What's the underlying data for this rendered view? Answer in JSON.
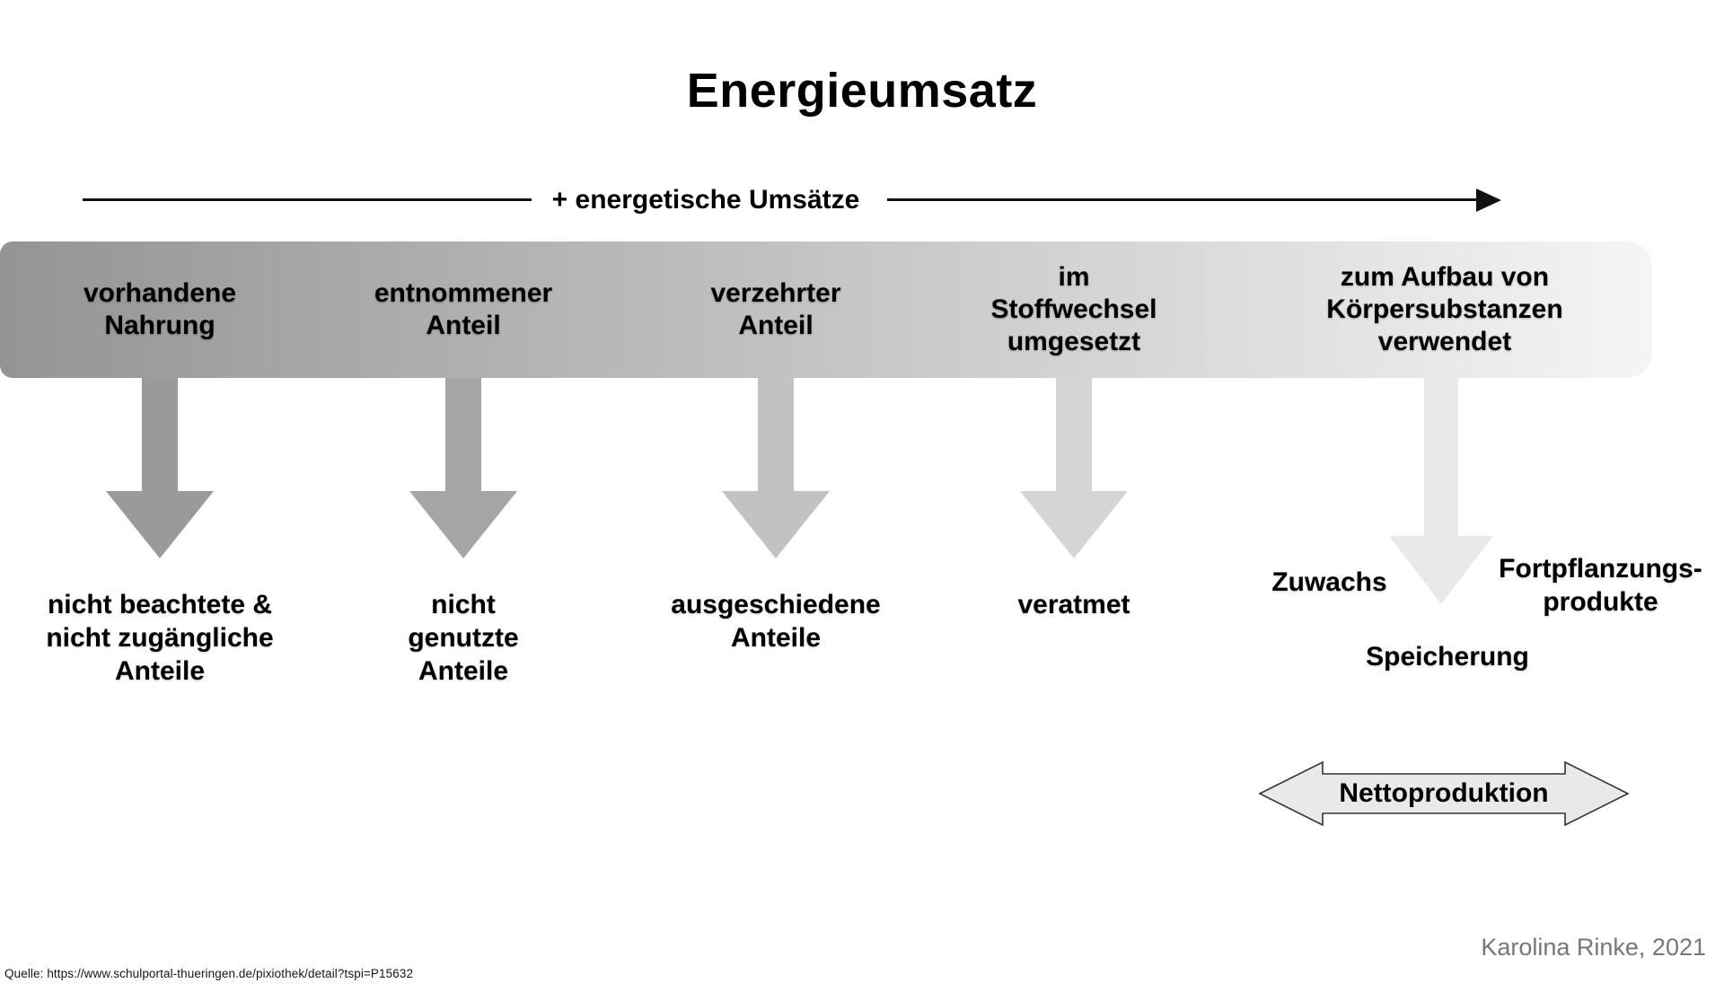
{
  "title": "Energieumsatz",
  "timeline": {
    "label": "+ energetische Umsätze"
  },
  "bar": {
    "color_left": "#949494",
    "color_right": "#f5f5f5"
  },
  "stages": [
    {
      "bar_label": "vorhandene\nNahrung",
      "arrow_color": "#9a9a9a",
      "output": "nicht beachtete &\nnicht zugängliche\nAnteile"
    },
    {
      "bar_label": "entnommener\nAnteil",
      "arrow_color": "#a5a5a5",
      "output": "nicht\ngenutzte\nAnteile"
    },
    {
      "bar_label": "verzehrter\nAnteil",
      "arrow_color": "#c2c2c2",
      "output": "ausgeschiedene\nAnteile"
    },
    {
      "bar_label": "im\nStoffwechsel\numgesetzt",
      "arrow_color": "#d5d5d5",
      "output": "veratmet"
    },
    {
      "bar_label": "zum Aufbau von\nKörpersubstanzen\nverwendet",
      "arrow_color": "#e9e9e9",
      "outputs": {
        "left": "Zuwachs",
        "right": "Fortpflanzungs-\nprodukte",
        "bottom": "Speicherung"
      }
    }
  ],
  "netto": {
    "label": "Nettoproduktion",
    "fill": "#e9e9e9",
    "stroke": "#333333"
  },
  "credit": {
    "author": "Karolina Rinke, 2021",
    "color": "#777777"
  },
  "source": "Quelle: https://www.schulportal-thueringen.de/pixiothek/detail?tspi=P15632"
}
